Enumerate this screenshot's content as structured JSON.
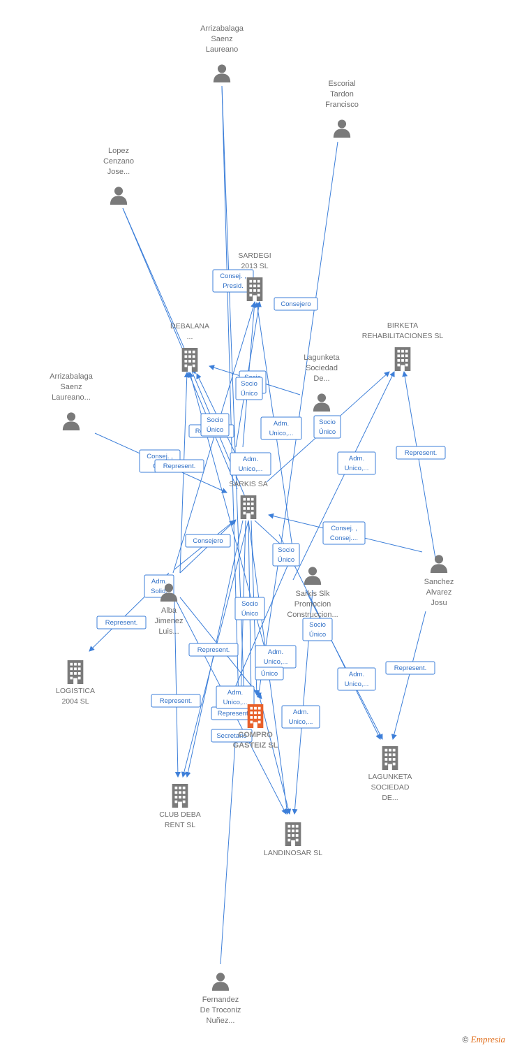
{
  "nodes": [
    {
      "id": "arrizabalaga_1",
      "kind": "person",
      "lines": [
        "Arrizabalaga",
        "Saenz",
        "Laureano"
      ]
    },
    {
      "id": "escorial",
      "kind": "person",
      "lines": [
        "Escorial",
        "Tardon",
        "Francisco"
      ]
    },
    {
      "id": "lopez",
      "kind": "person",
      "lines": [
        "Lopez",
        "Cenzano",
        "Jose..."
      ]
    },
    {
      "id": "sardegi",
      "kind": "company",
      "lines": [
        "SARDEGI",
        "2013  SL"
      ]
    },
    {
      "id": "debalana",
      "kind": "company",
      "lines": [
        "DEBALANA",
        "..."
      ]
    },
    {
      "id": "birketa",
      "kind": "company",
      "lines": [
        "BIRKETA",
        "REHABILITACIONES SL"
      ]
    },
    {
      "id": "lagunketa_p",
      "kind": "person",
      "lines": [
        "Lagunketa",
        "Sociedad",
        "De..."
      ]
    },
    {
      "id": "arrizabalaga_2",
      "kind": "person",
      "lines": [
        "Arrizabalaga",
        "Saenz",
        "Laureano..."
      ]
    },
    {
      "id": "sarkis",
      "kind": "company",
      "lines": [
        "SARKIS SA"
      ]
    },
    {
      "id": "sanchez",
      "kind": "person",
      "lines": [
        "Sanchez",
        "Alvarez",
        "Josu"
      ]
    },
    {
      "id": "sarkis_slk",
      "kind": "person",
      "lines": [
        "Sarkis Slk",
        "Promocion",
        "Construccion..."
      ]
    },
    {
      "id": "alba",
      "kind": "person",
      "lines": [
        "Alba",
        "Jimenez",
        "Luis..."
      ]
    },
    {
      "id": "logistica",
      "kind": "company",
      "lines": [
        "LOGISTICA",
        "2004 SL"
      ]
    },
    {
      "id": "compro",
      "kind": "focus",
      "lines": [
        "COMPRO",
        "GASTEIZ  SL"
      ]
    },
    {
      "id": "lagunketa_c",
      "kind": "company",
      "lines": [
        "LAGUNKETA",
        "SOCIEDAD",
        "DE..."
      ]
    },
    {
      "id": "club",
      "kind": "company",
      "lines": [
        "CLUB DEBA",
        "RENT SL"
      ]
    },
    {
      "id": "landinosar",
      "kind": "company",
      "lines": [
        "LANDINOSAR SL"
      ]
    },
    {
      "id": "fernandez",
      "kind": "person",
      "lines": [
        "Fernandez",
        "De Troconiz",
        "Nuñez..."
      ]
    }
  ],
  "edge_labels": [
    [
      "Consej. ,",
      "Presid."
    ],
    [
      "Consejero"
    ],
    [
      "Consejero"
    ],
    [
      "Socio",
      "Único"
    ],
    [
      "Socio",
      "Único"
    ],
    [
      "Socio",
      "Único"
    ],
    [
      "Represent."
    ],
    [
      "Adm.",
      "Unico,..."
    ],
    [
      "Adm.",
      "Unico,..."
    ],
    [
      "Socio",
      "Único"
    ],
    [
      "Adm.",
      "Unico,..."
    ],
    [
      "Represent."
    ],
    [
      "Consej. ,",
      "Co..."
    ],
    [
      "Represent."
    ],
    [
      "Consejero"
    ],
    [
      "Consej. ,",
      "Consej...."
    ],
    [
      "Socio",
      "Único"
    ],
    [
      "Adm.",
      "Solid."
    ],
    [
      "Represent."
    ],
    [
      "Socio",
      "Único"
    ],
    [
      "Socio",
      "Único"
    ],
    [
      "Represent."
    ],
    [
      "Adm.",
      "Unico,..."
    ],
    [
      "Único"
    ],
    [
      "Adm.",
      "Unico,..."
    ],
    [
      "Represent."
    ],
    [
      "Represent."
    ],
    [
      "Adm.",
      "Unico,..."
    ],
    [
      "Represent."
    ],
    [
      "Adm.",
      "Unico,..."
    ],
    [
      "Secretario"
    ]
  ],
  "colors": {
    "edge": "#3d7fd9",
    "node": "#7a7a7a",
    "focus": "#e8602a"
  },
  "copyright": {
    "symbol": "©",
    "brand": "Empresia"
  }
}
